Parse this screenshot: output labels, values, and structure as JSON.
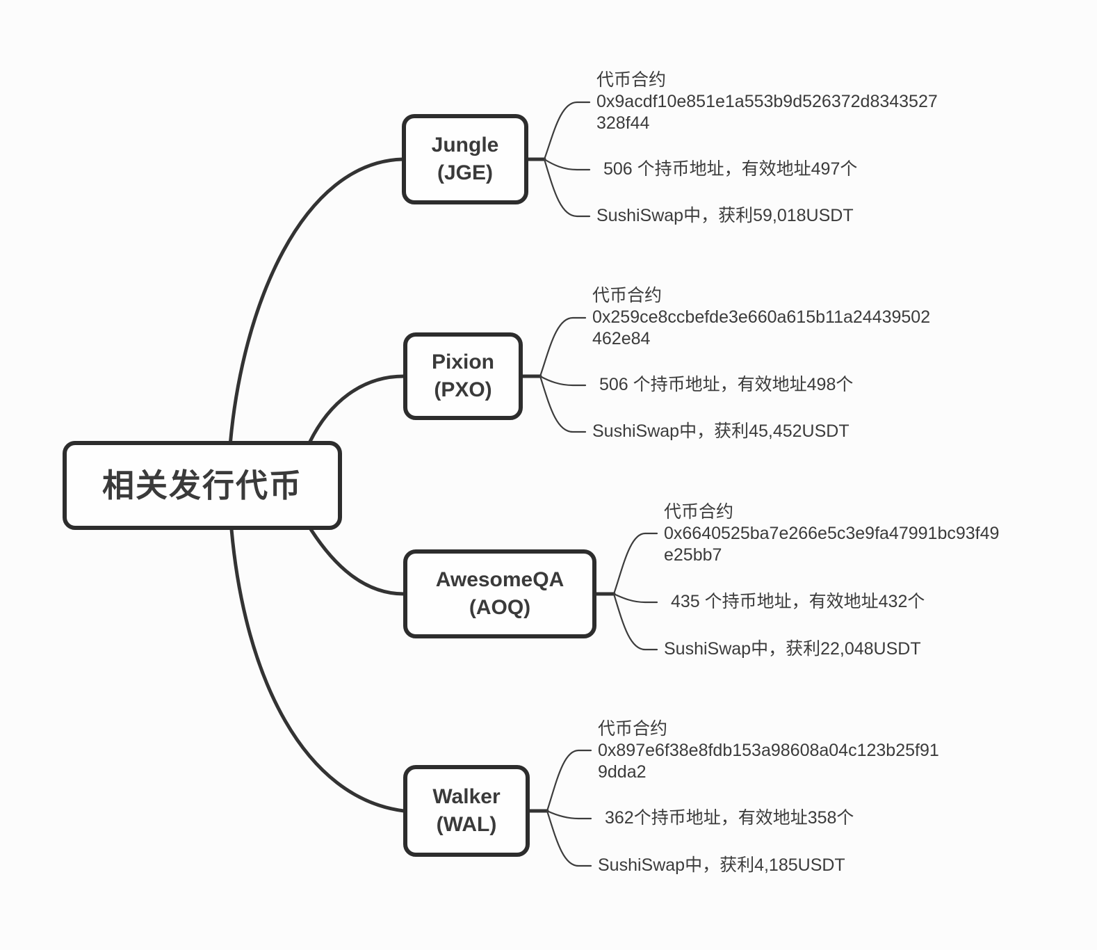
{
  "root": {
    "label": "相关发行代币"
  },
  "branches": [
    {
      "name": "Jungle",
      "ticker": "(JGE)",
      "contract_label": "代币合约",
      "contract_line1": "0x9acdf10e851e1a553b9d526372d8343527",
      "contract_line2": "328f44",
      "holders": "506 个持币地址，有效地址497个",
      "profit": "SushiSwap中，获利59,018USDT"
    },
    {
      "name": "Pixion",
      "ticker": "(PXO)",
      "contract_label": "代币合约",
      "contract_line1": "0x259ce8ccbefde3e660a615b11a24439502",
      "contract_line2": "462e84",
      "holders": "506 个持币地址，有效地址498个",
      "profit": "SushiSwap中，获利45,452USDT"
    },
    {
      "name": "AwesomeQA",
      "ticker": "(AOQ)",
      "contract_label": "代币合约",
      "contract_line1": "0x6640525ba7e266e5c3e9fa47991bc93f49",
      "contract_line2": "e25bb7",
      "holders": "435 个持币地址，有效地址432个",
      "profit": "SushiSwap中，获利22,048USDT"
    },
    {
      "name": "Walker",
      "ticker": "(WAL)",
      "contract_label": "代币合约",
      "contract_line1": "0x897e6f38e8fdb153a98608a04c123b25f91",
      "contract_line2": "9dda2",
      "holders": "362个持币地址，有效地址358个",
      "profit": "SushiSwap中，获利4,185USDT"
    }
  ],
  "colors": {
    "background": "#fcfcfc",
    "node_border": "#2d2d2d",
    "text": "#3a3a3a",
    "connector": "#333333"
  }
}
